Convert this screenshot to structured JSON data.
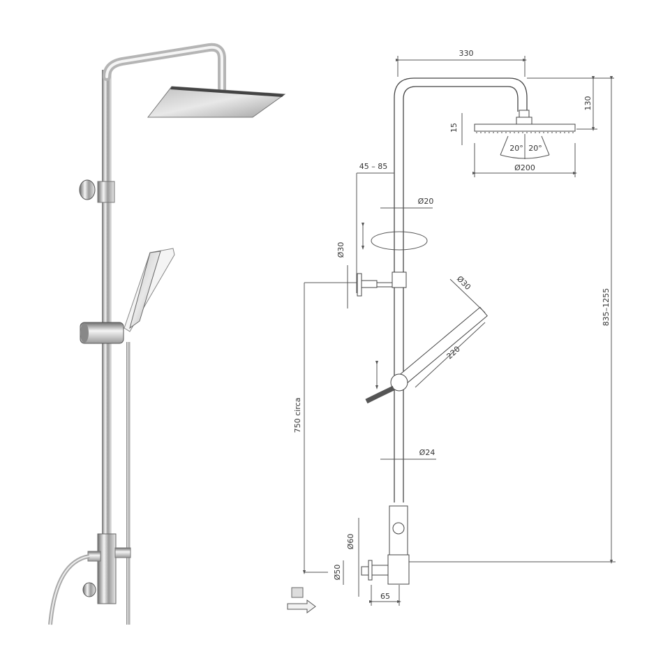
{
  "product_photo": {
    "description": "Chrome shower column with square overhead rain shower, hand shower on slide bar, diverter and flexible hose"
  },
  "technical_drawing": {
    "dimensions": {
      "arm_reach": "330",
      "head_drop": "130",
      "head_thickness": "15",
      "spray_angle_left": "20°",
      "spray_angle_right": "20°",
      "head_diameter": "Ø200",
      "wall_offset": "45 – 85",
      "upper_tube": "Ø20",
      "bracket_rosette": "Ø30",
      "hand_shower_diameter": "Ø30",
      "hand_shower_length": "220",
      "lower_tube": "Ø24",
      "total_height": "835–1255",
      "inlet_height": "750 circa",
      "inlet_rosette": "Ø60",
      "inlet_centers": "Ø50",
      "inlet_depth": "65"
    },
    "legend": {
      "arrow_icon": "water-inlet-arrow"
    }
  }
}
